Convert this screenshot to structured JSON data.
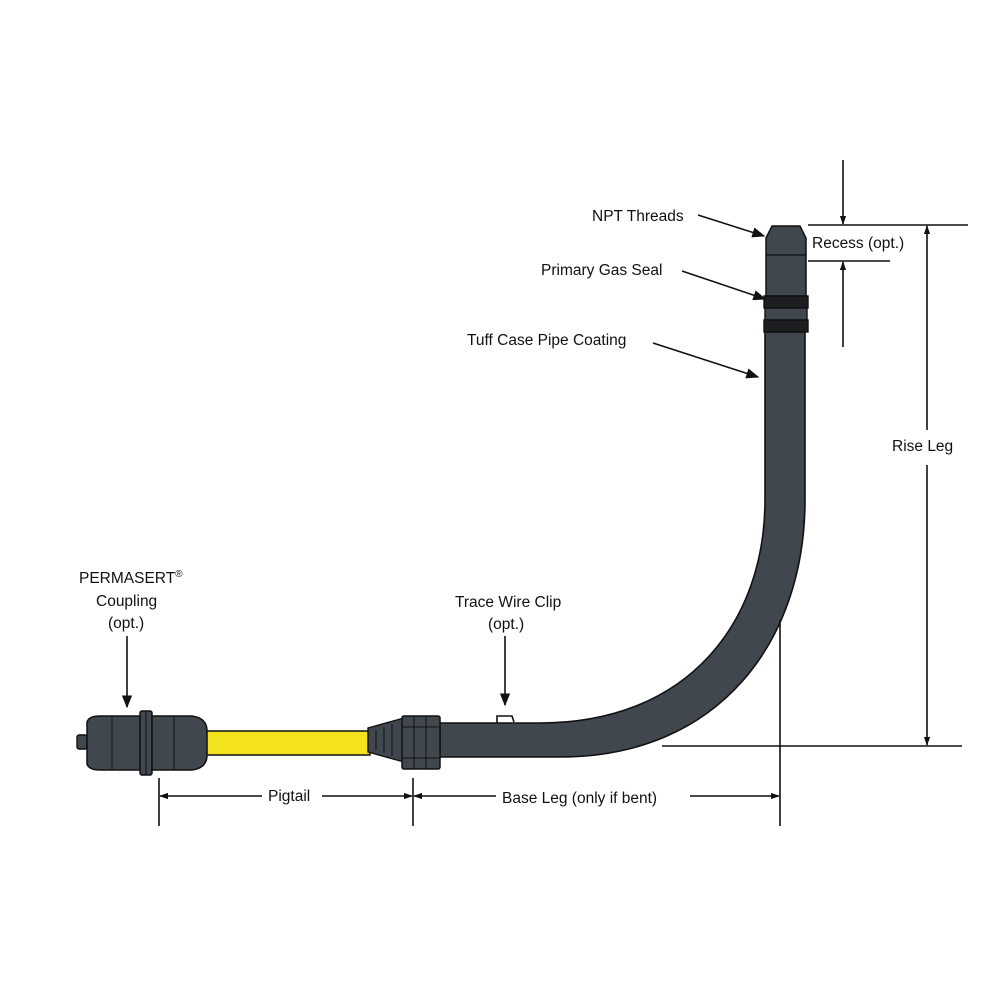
{
  "labels": {
    "npt_threads": "NPT Threads",
    "primary_gas_seal": "Primary Gas Seal",
    "tuff_case": "Tuff Case Pipe Coating",
    "recess": "Recess (opt.)",
    "rise_leg": "Rise Leg",
    "permasert_line1": "PERMASERT",
    "permasert_mark": "®",
    "permasert_line2": "Coupling",
    "permasert_line3": "(opt.)",
    "trace_line1": "Trace Wire Clip",
    "trace_line2": "(opt.)",
    "pigtail": "Pigtail",
    "base_leg": "Base Leg (only if bent)"
  },
  "colors": {
    "pipe": "#41474e",
    "pigtail": "#f3e21c",
    "outline": "#111111",
    "background": "#ffffff"
  }
}
